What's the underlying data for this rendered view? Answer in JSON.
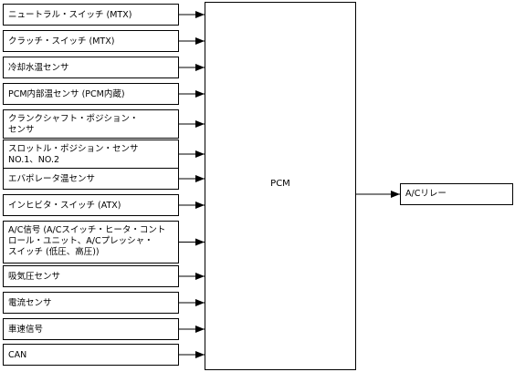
{
  "inputs": [
    "ニュートラル・スイッチ (MTX)",
    "クラッチ・スイッチ (MTX)",
    "冷却水温センサ",
    "PCM内部温センサ (PCM内蔵)",
    "クランクシャフト・ポジション・\nセンサ",
    "スロットル・ポジション・センサ\nNO.1、NO.2",
    "エバポレータ温センサ",
    "インヒビタ・スイッチ (ATX)",
    "A/C信号 (A/Cスイッチ・ヒータ・コント\nロール・ユニット、A/Cプレッシャ・\nスイッチ (低圧、高圧))",
    "吸気圧センサ",
    "電流センサ",
    "車速信号",
    "CAN"
  ],
  "pcm": {
    "label": "PCM"
  },
  "output": {
    "label": "A/Cリレー"
  }
}
